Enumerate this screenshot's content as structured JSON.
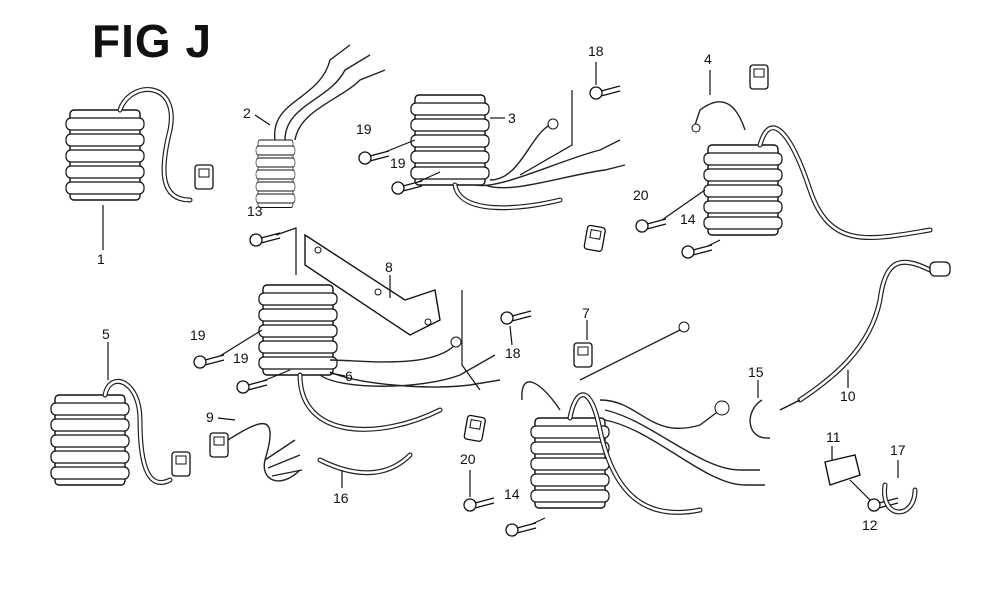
{
  "figure": {
    "title": "FIG J",
    "callouts": [
      "1",
      "2",
      "3",
      "4",
      "5",
      "6",
      "7",
      "8",
      "9",
      "10",
      "11",
      "12",
      "13",
      "14",
      "15",
      "16",
      "17",
      "18",
      "19",
      "20"
    ]
  },
  "labels": [
    {
      "id": "p1",
      "text": "1"
    },
    {
      "id": "p2",
      "text": "2"
    },
    {
      "id": "p3",
      "text": "3"
    },
    {
      "id": "p4",
      "text": "4"
    },
    {
      "id": "p5",
      "text": "5"
    },
    {
      "id": "p6",
      "text": "6"
    },
    {
      "id": "p7",
      "text": "7"
    },
    {
      "id": "p8",
      "text": "8"
    },
    {
      "id": "p9",
      "text": "9"
    },
    {
      "id": "p10",
      "text": "10"
    },
    {
      "id": "p11",
      "text": "11"
    },
    {
      "id": "p12",
      "text": "12"
    },
    {
      "id": "p13",
      "text": "13"
    },
    {
      "id": "p14a",
      "text": "14"
    },
    {
      "id": "p14b",
      "text": "14"
    },
    {
      "id": "p15",
      "text": "15"
    },
    {
      "id": "p16",
      "text": "16"
    },
    {
      "id": "p17",
      "text": "17"
    },
    {
      "id": "p18a",
      "text": "18"
    },
    {
      "id": "p18b",
      "text": "18"
    },
    {
      "id": "p19a",
      "text": "19"
    },
    {
      "id": "p19b",
      "text": "19"
    },
    {
      "id": "p19c",
      "text": "19"
    },
    {
      "id": "p19d",
      "text": "19"
    },
    {
      "id": "p20a",
      "text": "20"
    },
    {
      "id": "p20b",
      "text": "20"
    }
  ]
}
